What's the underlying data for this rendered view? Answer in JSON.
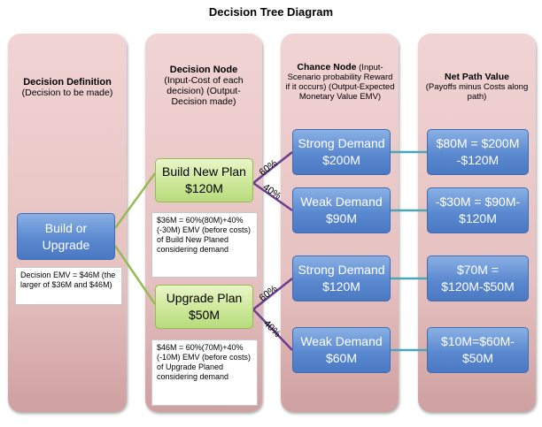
{
  "title": "Decision Tree Diagram",
  "colors": {
    "column": "#e6c1c1",
    "node_blue": "#5b89d0",
    "node_green": "#cde89a",
    "connector_green": "#95bb55",
    "connector_blue": "#4aa7b9",
    "connector_purple": "#6b3f8f"
  },
  "columns": {
    "definition": {
      "title": "Decision Definition",
      "subtitle": "(Decision to be made)"
    },
    "decision": {
      "title": "Decision Node",
      "subtitle": "(Input-Cost of each decision) (Output-Decision made)"
    },
    "chance": {
      "title": "Chance Node",
      "subtitle_inline": "(Input-",
      "subtitle": "Scenario probability Reward if it occurs) (Output-Expected Monetary Value EMV)"
    },
    "net": {
      "title": "Net Path Value",
      "subtitle": "(Payoffs minus Costs along path)"
    }
  },
  "root": {
    "line1": "Build or",
    "line2": "Upgrade",
    "note": "Decision EMV = $46M (the larger of $36M and $46M)"
  },
  "decisions": [
    {
      "line1": "Build New Plan",
      "line2": "$120M",
      "note": "$36M = 60%(80M)+40%(-30M) EMV (before costs) of Build New Planed considering demand"
    },
    {
      "line1": "Upgrade Plan",
      "line2": "$50M",
      "note": "$46M = 60%(70M)+40%(-10M) EMV (before costs) of Upgrade Planed considering demand"
    }
  ],
  "probabilities": [
    "60%",
    "40%",
    "60%",
    "40%"
  ],
  "chances": [
    {
      "line1": "Strong Demand",
      "line2": "$200M"
    },
    {
      "line1": "Weak Demand",
      "line2": "$90M"
    },
    {
      "line1": "Strong Demand",
      "line2": "$120M"
    },
    {
      "line1": "Weak Demand",
      "line2": "$60M"
    }
  ],
  "net_values": [
    {
      "line1": "$80M = $200M",
      "line2": "-$120M"
    },
    {
      "line1": "-$30M = $90M-",
      "line2": "$120M"
    },
    {
      "line1": "$70M =",
      "line2": "$120M-$50M"
    },
    {
      "line1": "$10M=$60M-",
      "line2": "$50M"
    }
  ]
}
